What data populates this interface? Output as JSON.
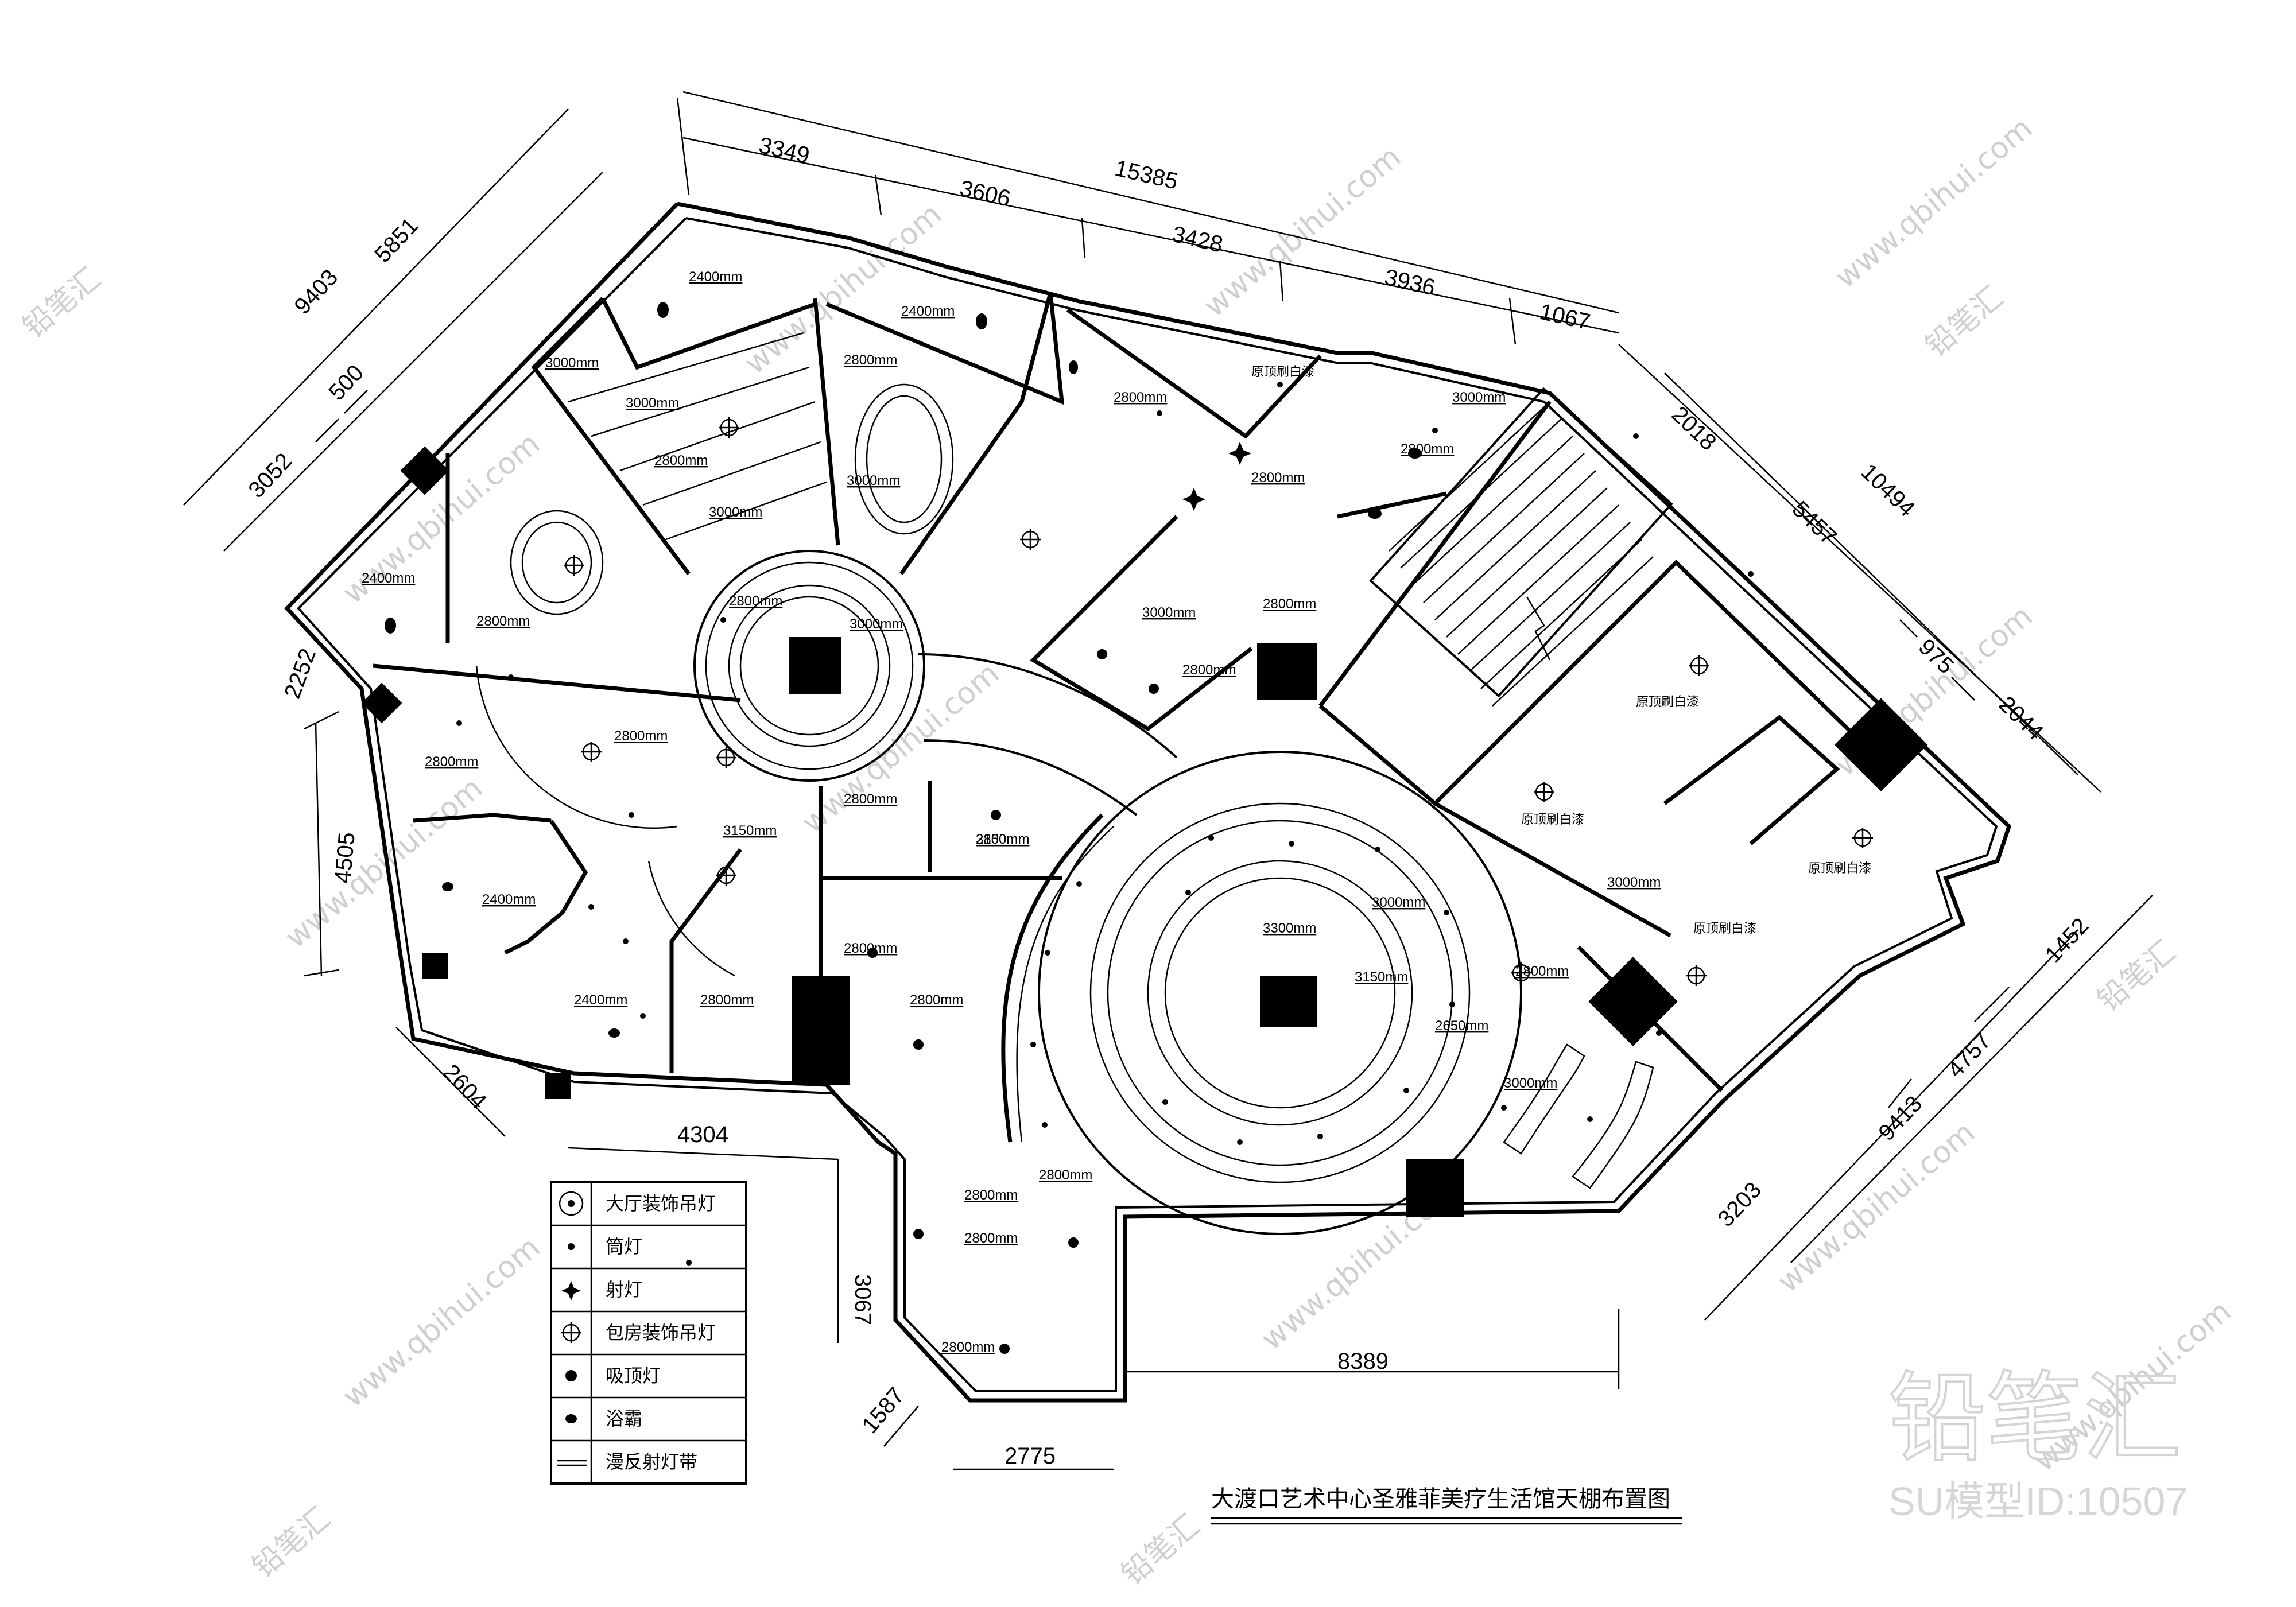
{
  "title": "大渡口艺术中心圣雅菲美疗生活馆天棚布置图",
  "dimensions": {
    "top_total": "15385",
    "top_segments": [
      "3349",
      "3606",
      "3428",
      "3936",
      "1067"
    ],
    "left_outer": "9403",
    "left_segments": [
      "5851",
      "500",
      "3052"
    ],
    "left_lower": [
      "2252",
      "4505"
    ],
    "bottom_left": [
      "2604",
      "4304",
      "3067",
      "1587",
      "2775"
    ],
    "bottom_right": "8389",
    "right_upper": [
      "2018",
      "10494",
      "5457",
      "975",
      "2044"
    ],
    "right_lower": [
      "1452",
      "4757",
      "9413",
      "3203"
    ]
  },
  "ceiling_heights": [
    "2400mm",
    "2400mm",
    "3000mm",
    "3000mm",
    "2800mm",
    "3000mm",
    "2800mm",
    "3000mm",
    "2400mm",
    "2800mm",
    "2800mm",
    "3000mm",
    "2800mm",
    "2800mm",
    "3150mm",
    "2800mm",
    "3150mm",
    "2800mm",
    "2800mm",
    "3000mm",
    "2800mm",
    "2800mm",
    "3000mm",
    "2800mm",
    "2400mm",
    "2400mm",
    "2800mm",
    "2800mm",
    "3000mm",
    "3300mm",
    "3150mm",
    "2650mm",
    "3000mm",
    "2800mm",
    "3000mm",
    "2800mm",
    "2800mm",
    "2800mm",
    "2800mm",
    "2800mm",
    "2800mm"
  ],
  "original_ceiling_label": "原顶刷白漆",
  "legend": [
    {
      "icon": "hall-chandelier-icon",
      "label": "大厅装饰吊灯"
    },
    {
      "icon": "downlight-icon",
      "label": "筒灯"
    },
    {
      "icon": "spotlight-icon",
      "label": "射灯"
    },
    {
      "icon": "room-chandelier-icon",
      "label": "包房装饰吊灯"
    },
    {
      "icon": "ceiling-light-icon",
      "label": "吸顶灯"
    },
    {
      "icon": "bath-heater-icon",
      "label": "浴霸"
    },
    {
      "icon": "cove-light-strip-icon",
      "label": "漫反射灯带"
    }
  ],
  "watermark": {
    "site": "www.qbihui.com",
    "brand": "铅笔汇",
    "brand_large": "铅笔汇",
    "model_id": "SU模型ID:10507"
  }
}
